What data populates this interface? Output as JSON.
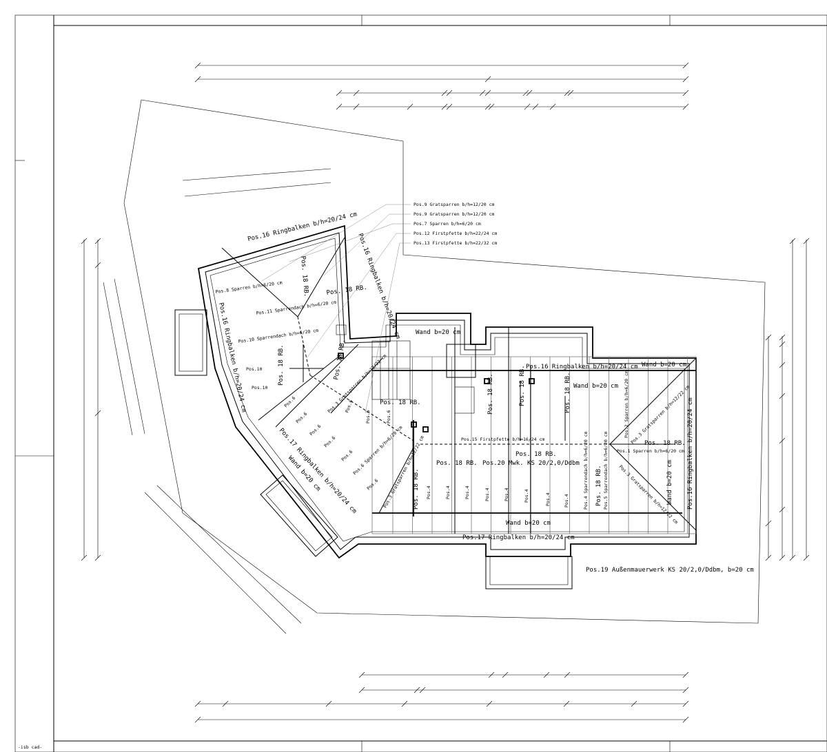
{
  "drawing": {
    "credit": "-isb cad-",
    "labels": {
      "ring_top_west": "Pos.16 Ringbalken b/h=20/24 cm",
      "ring_east_west": "Pos.16 Ringbalken b/h=20/24 cm",
      "ring_left_west": "Pos.16 Ringbalken b/h=20/24 cm",
      "pos8": "Pos.8 Sparren b/h=6/20 cm",
      "pos11": "Pos.11 Sparrendach b/h=6/20 cm",
      "pos10_full": "Pos.10 Sparrendach b/h=6/20 cm",
      "pos10_a": "Pos.10",
      "pos10_b": "Pos.10",
      "pos9_a": "Pos.9 Gratsparren b/h=12/20 cm",
      "pos9_b": "Pos.9 Gratsparren b/h=12/20 cm",
      "pos7": "Pos.7 Sparren b/h=6/20 cm",
      "pos12": "Pos.12 Firstpfette b/h=22/24 cm",
      "pos13": "Pos.13 Firstpfette b/h=22/32 cm",
      "pos3_west": "Pos.3 Gratsparren b/h=12/22 cm",
      "pos3_southwest": "Pos.3 Gratsparren b/h=12/22 cm",
      "pos6_sparren": "Pos.6 Sparren b/h=6/20 cm",
      "ring17_diag": "Pos.17 Ringbalken b/h=20/24 cm",
      "wand_diag": "Wand b=20 cm",
      "wand_top": "Wand b=20 cm",
      "ring16_east": "Pos.16 Ringbalken b/h=20/24 cm",
      "wand_ne": "Wand b=20 cm",
      "wand_mid": "Wand b=20 cm",
      "pos15": "Pos.15 Firstpfette b/h=16/24 cm",
      "pos20": "Pos.20 Mwk. KS 20/2,0/Ddbm",
      "pos4_sparrendach": "Pos.4 Sparrendach b/h=6/20 cm",
      "pos5_sparrendach": "Pos.5 Sparrendach b/h=6/20 cm",
      "pos2": "Pos.2 Sparren b/h=6/20 cm",
      "pos3_ne": "Pos.3 Gratsparren b/h=12/22 cm",
      "pos3_se": "Pos.3 Gratsparren b/h=12/22 cm",
      "pos1": "Pos.1 Sparren b/h=6/20 cm",
      "wand_east": "Wand b=20 cm",
      "ring16_eastside": "Pos.16 Ringbalken b/h=20/24 cm",
      "wand_south": "Wand b=20 cm",
      "ring17_south": "Pos.17 Ringbalken b/h=20/24 cm",
      "pos19": "Pos.19 Außenmauerwerk KS 20/2,0/Ddbm, b=20 cm"
    },
    "rb_labels": [
      "Pos. 18 RB.",
      "Pos. 18 RB.",
      "Pos. 18 RB.",
      "Pos. 18 RB.",
      "Pos. 18 RB.",
      "Pos. 18 RB.",
      "Pos. 18 RB.",
      "Pos. 18 RB.",
      "Pos. 18 RB.",
      "Pos. 18 RB.",
      "Pos. 18 RB.",
      "Pos. 18 RB.",
      "Pos. 18 RB."
    ],
    "pos4_labels": [
      "Pos.4",
      "Pos.4",
      "Pos.4",
      "Pos.4",
      "Pos.4",
      "Pos.4",
      "Pos.4",
      "Pos.4"
    ],
    "pos6_labels": [
      "Pos.6",
      "Pos.6",
      "Pos.6",
      "Pos.6",
      "Pos.6",
      "Pos.6",
      "Pos.6",
      "Pos.6",
      "Pos.6"
    ]
  }
}
